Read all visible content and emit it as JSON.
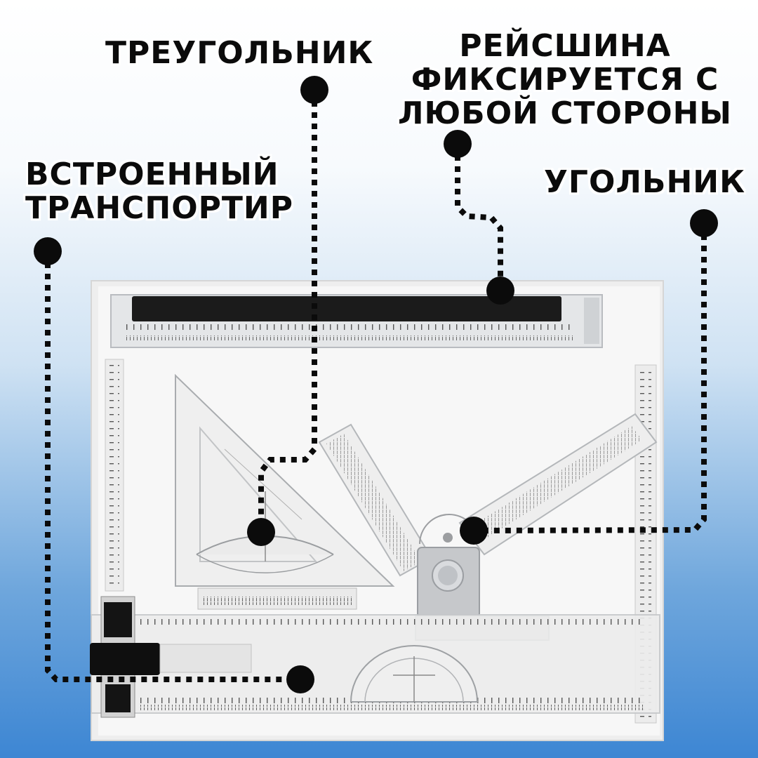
{
  "labels": {
    "triangle": "ТРЕУГОЛЬНИК",
    "rail_line1": "РЕЙСШИНА",
    "rail_line2": "ФИКСИРУЕТСЯ С",
    "rail_line3": "ЛЮБОЙ СТОРОНЫ",
    "protractor_line1": "ВСТРОЕННЫЙ",
    "protractor_line2": "ТРАНСПОРТИР",
    "square": "УГОЛЬНИК"
  },
  "colors": {
    "text": "#0b0b0b",
    "marker": "#0b0b0b",
    "board": "#f4f4f4",
    "ruler": "#e6e8ea",
    "background_bottom": "#3d86d3"
  },
  "icons": {
    "callout_marker": "filled-circle",
    "leader_line": "dotted-line"
  }
}
